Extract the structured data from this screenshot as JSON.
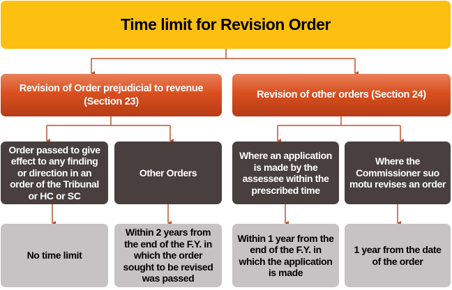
{
  "title": "Time limit for Revision Order",
  "colors": {
    "title_bg": "#fdc010",
    "section_bg": "#d9501f",
    "condition_bg": "#483f3e",
    "result_bg": "#c7c2c3",
    "connector": "#c0502a"
  },
  "sections": [
    {
      "label_lines": [
        "Revision of Order prejudicial to revenue",
        "(Section 23)"
      ],
      "branches": [
        {
          "condition_lines": [
            "Order passed to give",
            "effect to any finding",
            "or direction in an",
            "order of the Tribunal",
            "or HC or SC"
          ],
          "result_lines": [
            "No time limit"
          ]
        },
        {
          "condition_lines": [
            "Other Orders"
          ],
          "result_lines": [
            "Within 2 years from",
            "the end of the F.Y. in",
            "which the order",
            "sought to be revised",
            "was passed"
          ]
        }
      ]
    },
    {
      "label_lines": [
        "Revision of other orders (Section 24)"
      ],
      "branches": [
        {
          "condition_lines": [
            "Where an application",
            "is made by the",
            "assessee within the",
            "prescribed time"
          ],
          "result_lines": [
            "Within 1 year from the",
            "end of the F.Y. in",
            "which the application",
            "is made"
          ]
        },
        {
          "condition_lines": [
            "Where the",
            "Commissioner suo",
            "motu revises an order"
          ],
          "result_lines": [
            "1 year from the date",
            "of the order"
          ]
        }
      ]
    }
  ]
}
